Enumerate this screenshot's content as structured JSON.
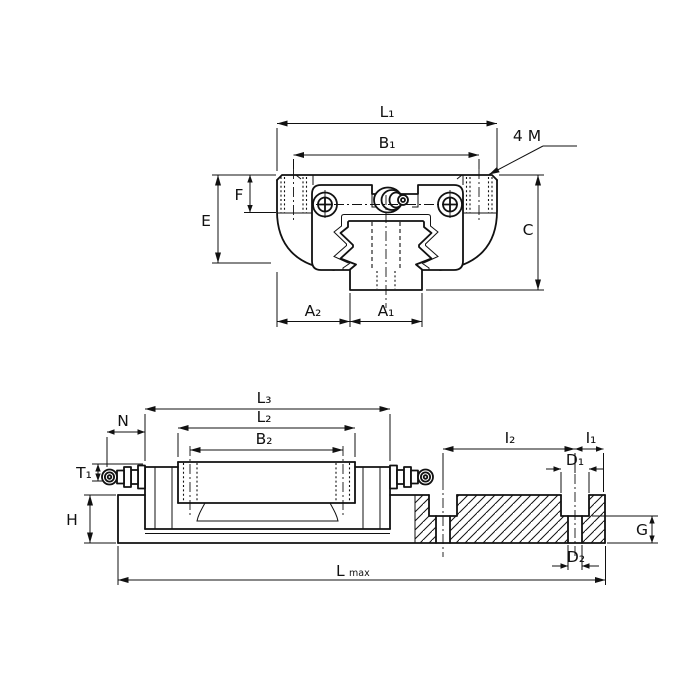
{
  "colors": {
    "line": "#111111",
    "background": "#ffffff"
  },
  "front_view": {
    "labels": {
      "l1": "L₁",
      "b1": "B₁",
      "m4": "4 M",
      "f": "F",
      "e": "E",
      "c": "C",
      "a2": "A₂",
      "a1": "A₁"
    }
  },
  "side_view": {
    "labels": {
      "l3": "L₃",
      "l2": "L₂",
      "b2": "B₂",
      "n": "N",
      "t1": "T₁",
      "h": "H",
      "i2": "I₂",
      "i1": "I₁",
      "d1": "D₁",
      "d2": "D₂",
      "g": "G",
      "lmax_main": "L",
      "lmax_sub": "max"
    }
  }
}
